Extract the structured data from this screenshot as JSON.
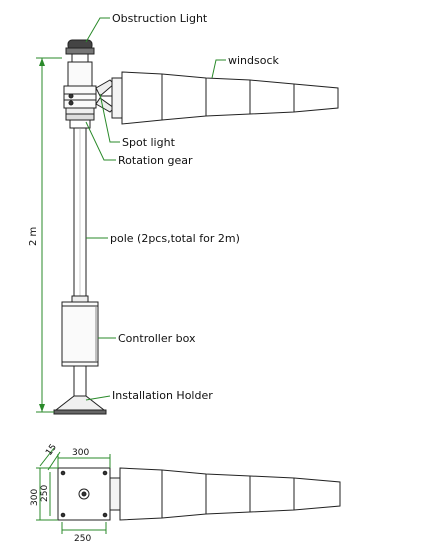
{
  "labels": {
    "obstruction_light": "Obstruction Light",
    "windsock": "windsock",
    "spot_light": "Spot light",
    "rotation_gear": "Rotation gear",
    "pole": "pole (2pcs,total for 2m)",
    "controller_box": "Controller box",
    "installation_holder": "Installation Holder"
  },
  "dimensions": {
    "height": "2 m",
    "angle": "15",
    "top_width": "300",
    "bottom_width": "250",
    "side_outer": "300",
    "side_inner": "250"
  },
  "colors": {
    "line": "#222222",
    "leader": "#2a8a2a",
    "dimension": "#2a8a2a"
  }
}
